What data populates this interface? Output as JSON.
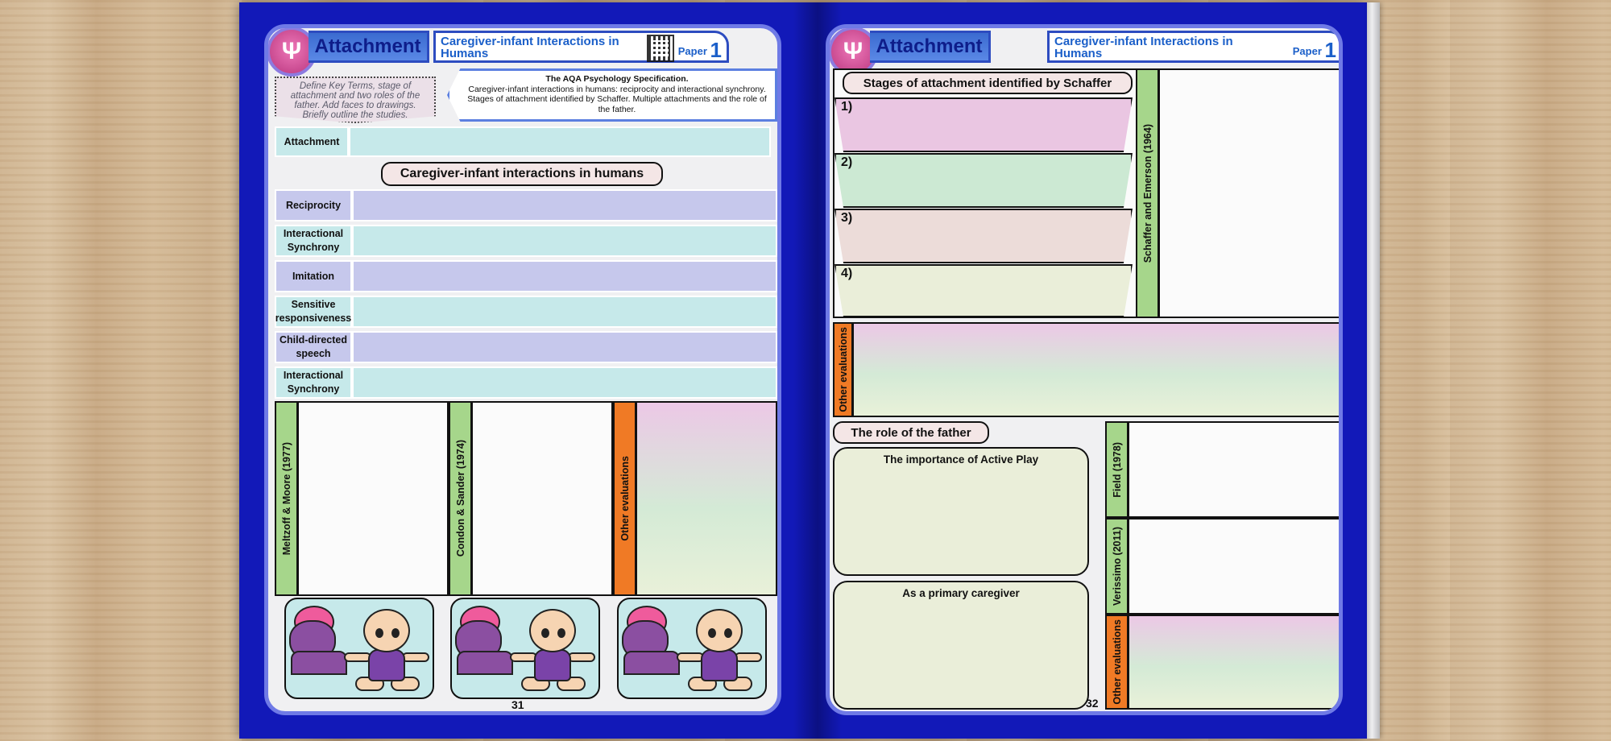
{
  "left_page": {
    "header_title": "Attachment",
    "topic_title": "Caregiver-infant Interactions in Humans",
    "paper_label": "Paper",
    "paper_number": "1",
    "instruction_note": "Define Key Terms, stage of attachment and two roles of the father. Add faces to drawings. Briefly outline the studies.",
    "spec_heading": "The AQA Psychology Specification.",
    "spec_text": "Caregiver-infant interactions in humans: reciprocity and interactional synchrony. Stages of attachment identified by Schaffer. Multiple attachments and the role of the father.",
    "attachment_label": "Attachment",
    "section_title": "Caregiver-infant interactions in humans",
    "terms": [
      "Reciprocity",
      "Interactional Synchrony",
      "Imitation",
      "Sensitive responsiveness",
      "Child-directed speech",
      "Interactional Synchrony"
    ],
    "studies": [
      "Meltzoff & Moore (1977)",
      "Condon & Sander (1974)"
    ],
    "other_evaluations_label": "Other evaluations",
    "page_number": "31"
  },
  "right_page": {
    "header_title": "Attachment",
    "topic_title": "Caregiver-infant Interactions in Humans",
    "paper_label": "Paper",
    "paper_number": "1",
    "stages_title": "Stages of attachment identified by Schaffer",
    "stage_numbers": [
      "1)",
      "2)",
      "3)",
      "4)"
    ],
    "schaffer_study": "Schaffer and Emerson (1964)",
    "other_evaluations_label": "Other evaluations",
    "father_title": "The role of the father",
    "active_play_label": "The importance of Active Play",
    "primary_caregiver_label": "As a primary caregiver",
    "father_studies": [
      "Field (1978)",
      "Verissimo (2011)"
    ],
    "other_evaluations_label_2": "Other evaluations",
    "page_number": "32"
  },
  "colors": {
    "book_cover": "#1219b8",
    "page_border": "#6f7ae6",
    "term_label": "#c6c8ec",
    "study_tab": "#a6d68b",
    "evaluation_tab": "#f07a25",
    "title_blue": "#1b5fc9"
  },
  "icons": [
    "psychology-logo-icon",
    "qr-code-icon"
  ]
}
